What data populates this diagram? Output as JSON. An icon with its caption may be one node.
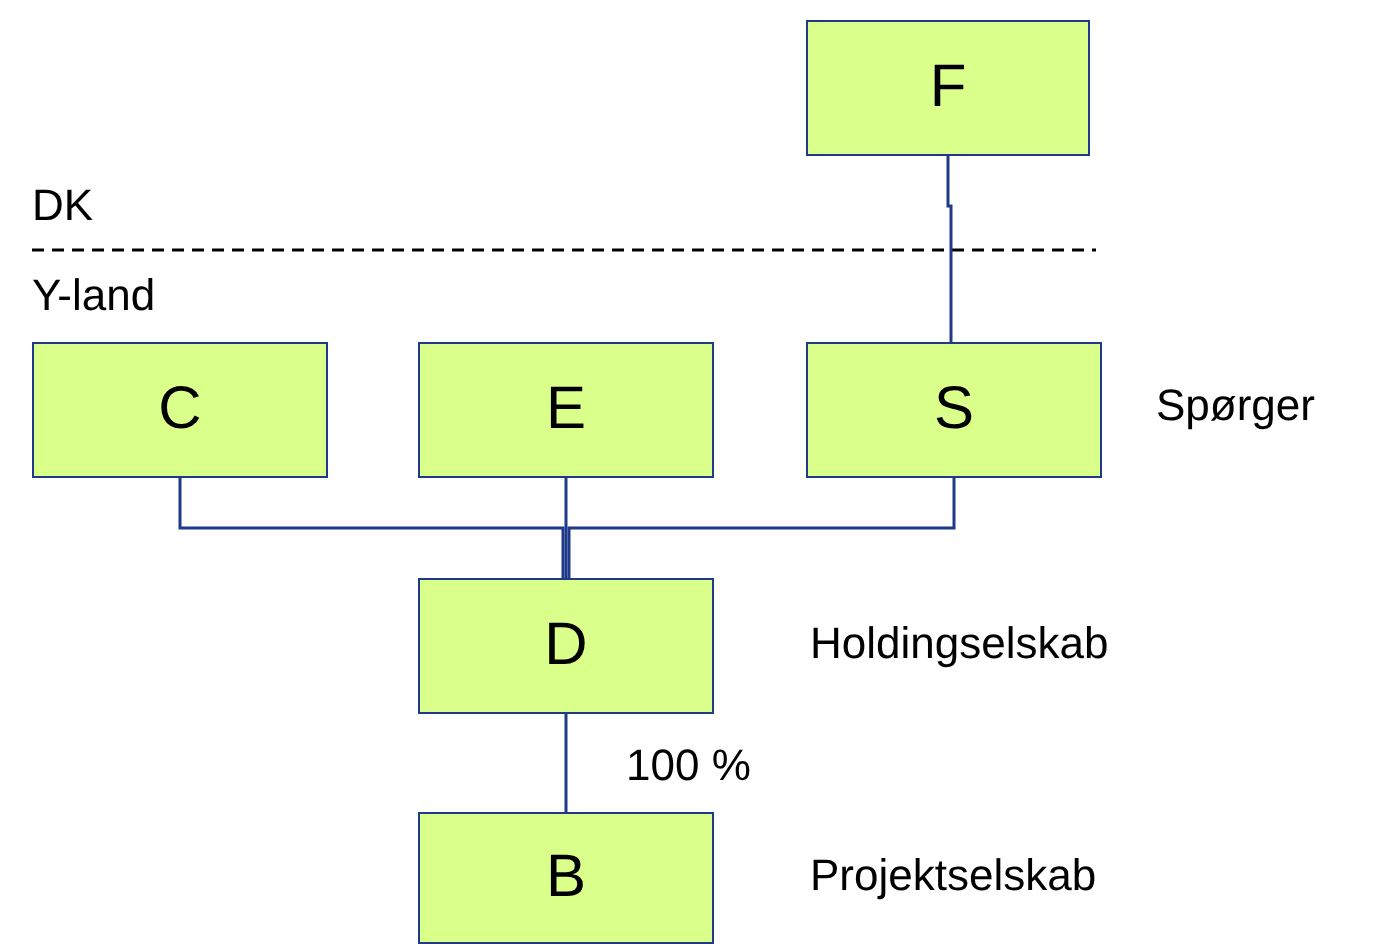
{
  "diagram": {
    "nodes": [
      {
        "text": [
          "F"
        ]
      },
      {
        "text": [
          "C"
        ]
      },
      {
        "text": [
          "E"
        ]
      },
      {
        "text": [
          "S"
        ],
        "beside": [
          "Spørger"
        ]
      },
      {
        "text": [
          "D"
        ],
        "beside": [
          "Holdingselskab"
        ]
      },
      {
        "text": [
          "B"
        ],
        "beside": [
          "Projektselskab"
        ]
      }
    ],
    "edges": [
      {
        "from": 0,
        "to": 3,
        "arrow": "none"
      },
      {
        "from": 1,
        "to": 4,
        "arrow": "none"
      },
      {
        "from": 2,
        "to": 4,
        "arrow": "none"
      },
      {
        "from": 3,
        "to": 4,
        "arrow": "none"
      },
      {
        "from": 4,
        "to": 5,
        "arrow": "none",
        "label": "100 %"
      }
    ],
    "labels": [
      "DK",
      "Y-land"
    ]
  }
}
